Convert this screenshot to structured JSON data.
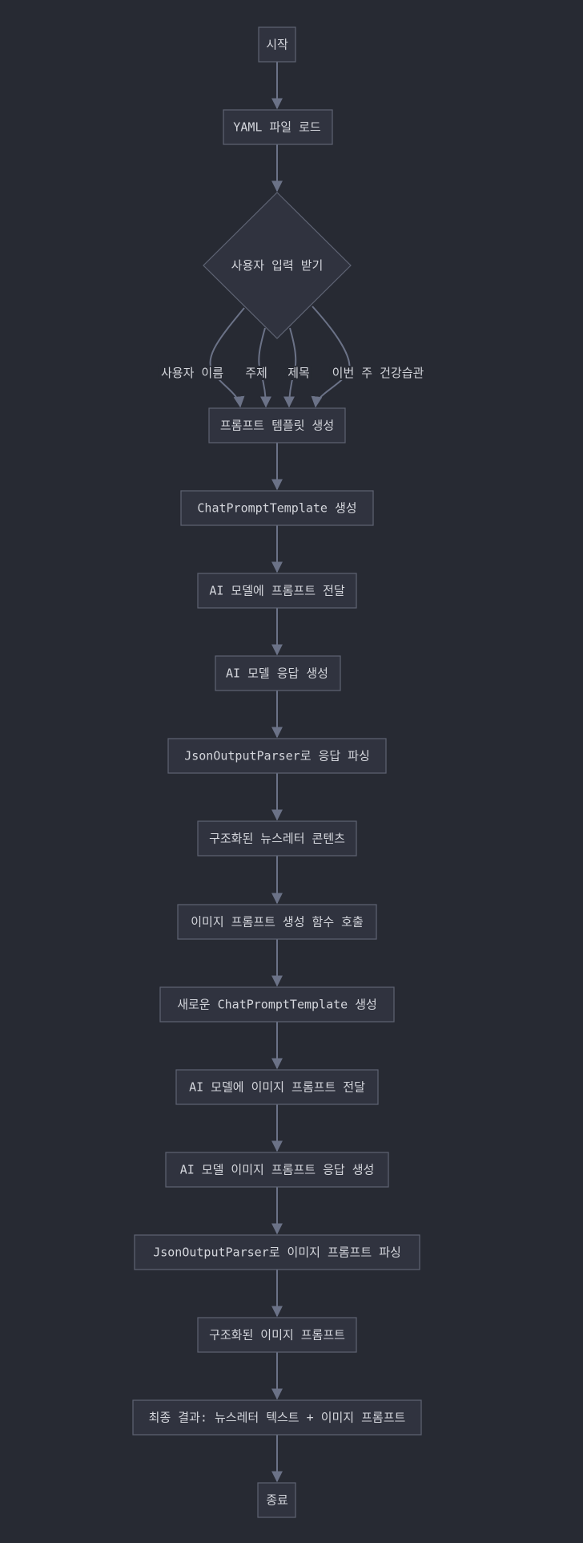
{
  "flowchart": {
    "nodes": [
      {
        "id": "start",
        "label": "시작"
      },
      {
        "id": "load-yaml",
        "label": "YAML 파일 로드"
      },
      {
        "id": "user-input",
        "label": "사용자 입력 받기",
        "shape": "diamond"
      },
      {
        "id": "prompt-template",
        "label": "프롬프트 템플릿 생성"
      },
      {
        "id": "chat-prompt-template",
        "label": "ChatPromptTemplate 생성"
      },
      {
        "id": "send-prompt",
        "label": "AI 모델에 프롬프트 전달"
      },
      {
        "id": "ai-response",
        "label": "AI 모델 응답 생성"
      },
      {
        "id": "parse-response",
        "label": "JsonOutputParser로 응답 파싱"
      },
      {
        "id": "newsletter-content",
        "label": "구조화된 뉴스레터 콘텐츠"
      },
      {
        "id": "image-prompt-func",
        "label": "이미지 프롬프트 생성 함수 호출"
      },
      {
        "id": "new-chat-prompt-template",
        "label": "새로운 ChatPromptTemplate 생성"
      },
      {
        "id": "send-image-prompt",
        "label": "AI 모델에 이미지 프롬프트 전달"
      },
      {
        "id": "ai-image-response",
        "label": "AI 모델 이미지 프롬프트 응답 생성"
      },
      {
        "id": "parse-image-prompt",
        "label": "JsonOutputParser로 이미지 프롬프트 파싱"
      },
      {
        "id": "structured-image-prompt",
        "label": "구조화된 이미지 프롬프트"
      },
      {
        "id": "final-result",
        "label": "최종 결과: 뉴스레터 텍스트 + 이미지 프롬프트"
      },
      {
        "id": "end",
        "label": "종료"
      }
    ],
    "branch_labels": [
      "사용자 이름",
      "주제",
      "제목",
      "이번 주 건강습관"
    ],
    "colors": {
      "background": "#272a33",
      "node_fill": "#30333f",
      "node_stroke": "#5e6373",
      "edge": "#6b7287",
      "text": "#d4d6dc"
    }
  }
}
